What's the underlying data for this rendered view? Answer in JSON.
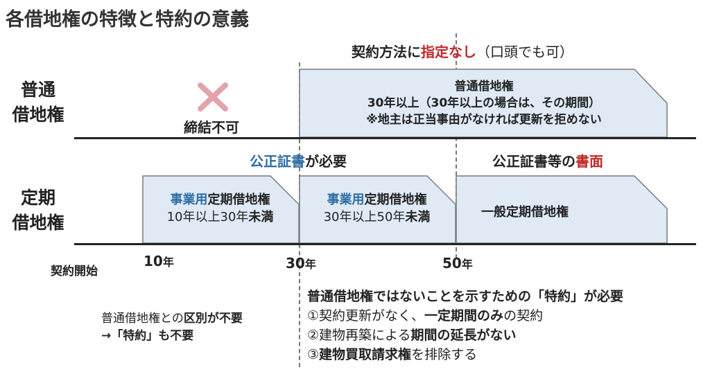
{
  "title": "各借地権の特徴と特約の意義",
  "colors": {
    "bar_fill": "#dfeaf5",
    "bar_stroke": "#7a7a7a",
    "accent_blue": "#2e6da4",
    "accent_red": "#c0282a",
    "cross": "#e4a3aa"
  },
  "top_caption": {
    "before": "契約方法に",
    "highlight": "指定なし",
    "after": "（口頭でも可）"
  },
  "rows": {
    "normal": {
      "label_line1": "普通",
      "label_line2": "借地権"
    },
    "fixed": {
      "label_line1": "定期",
      "label_line2": "借地権"
    }
  },
  "not_allowed": {
    "icon": "cross-icon",
    "label": "締結不可"
  },
  "normal_bar": {
    "line1": "普通借地権",
    "line2": "30年以上（30年以上の場合は、その期間）",
    "line3": "※地主は正当事由がなければ更新を拒めない"
  },
  "notary_caption": {
    "highlight": "公正証書",
    "after": "が必要"
  },
  "written_caption": {
    "before": "公正証書等の",
    "highlight": "書面"
  },
  "fixed_bars": [
    {
      "highlight": "事業用",
      "title_rest": "定期借地権",
      "range_plain": "10年以上30年",
      "range_bold": "未満"
    },
    {
      "highlight": "事業用",
      "title_rest": "定期借地権",
      "range_plain": "30年以上50年",
      "range_bold": "未満"
    },
    {
      "title": "一般定期借地権"
    }
  ],
  "axis": {
    "start_label": "契約開始",
    "ticks": [
      {
        "num": "10",
        "unit": "年"
      },
      {
        "num": "30",
        "unit": "年"
      },
      {
        "num": "50",
        "unit": "年"
      }
    ]
  },
  "left_note": {
    "line1_plain": "普通借地権との",
    "line1_bold": "区別が不要",
    "line2": "→「特約」も不要"
  },
  "right_note": {
    "heading": "普通借地権ではないことを示すための「特約」が必要",
    "item1_a": "①契約更新がなく、",
    "item1_b": "一定期間のみ",
    "item1_c": "の契約",
    "item2_a": "②建物再築による",
    "item2_b": "期間の延長がない",
    "item3_a": "③",
    "item3_b": "建物買取請求権",
    "item3_c": "を排除する"
  }
}
